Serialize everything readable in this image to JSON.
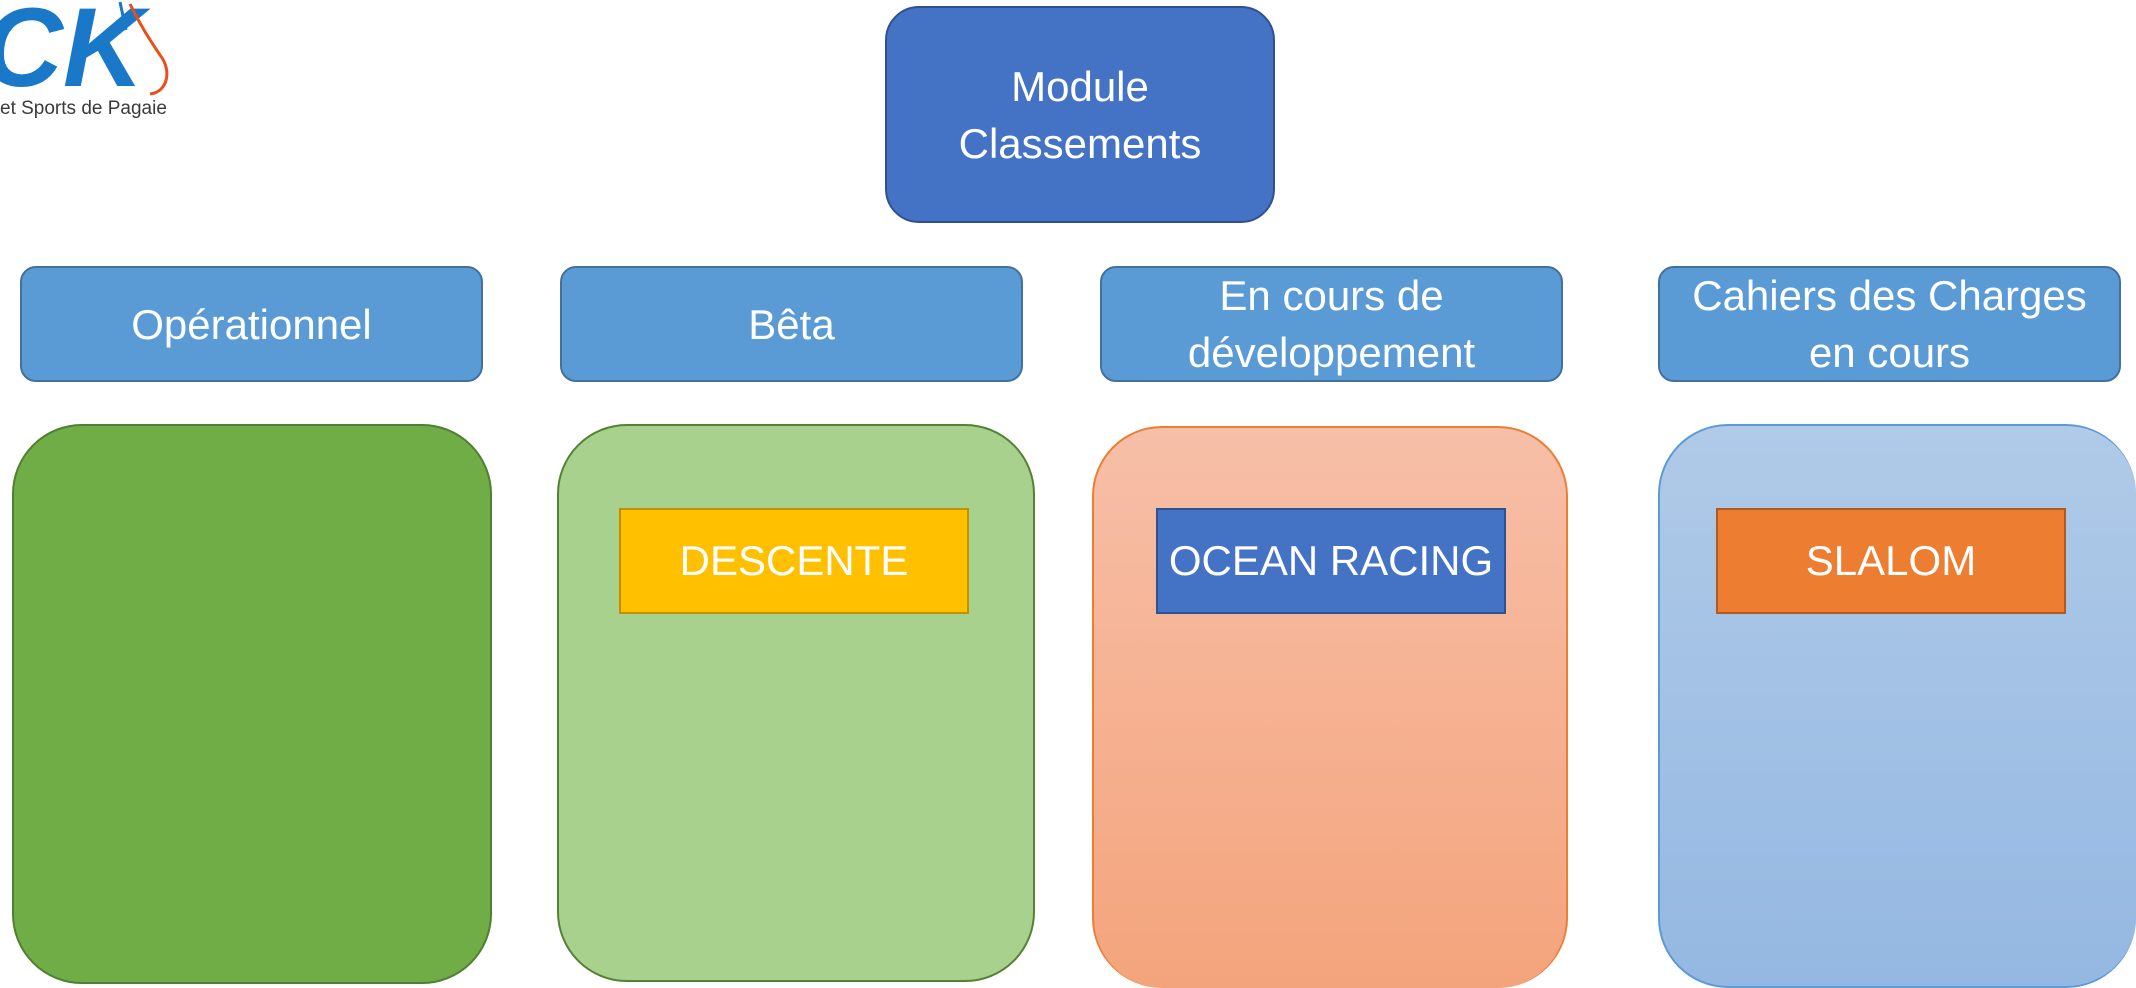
{
  "logo": {
    "mark": "CK",
    "caption": "et Sports de Pagaie"
  },
  "title": {
    "lines": [
      "Module",
      "Classements"
    ]
  },
  "statuses": [
    {
      "lines": [
        "Opérationnel"
      ]
    },
    {
      "lines": [
        "Bêta"
      ]
    },
    {
      "lines": [
        "En cours de",
        "développement"
      ]
    },
    {
      "lines": [
        "Cahiers des Charges",
        "en cours"
      ]
    }
  ],
  "modules": {
    "descente": "DESCENTE",
    "ocean_racing": "OCEAN RACING",
    "slalom": "SLALOM"
  },
  "colors": {
    "title_fill": "#4472c4",
    "header_fill": "#5b9bd5",
    "operational_fill": "#70ad47",
    "beta_fill": "#a9d18e",
    "dev_fill_top": "#f7bfa8",
    "dev_fill_bottom": "#f4a47c",
    "spec_fill_top": "#b0cae8",
    "spec_fill_bottom": "#94b8e2",
    "descente_fill": "#ffc000",
    "ocean_fill": "#4472c4",
    "slalom_fill": "#ed7d31"
  }
}
